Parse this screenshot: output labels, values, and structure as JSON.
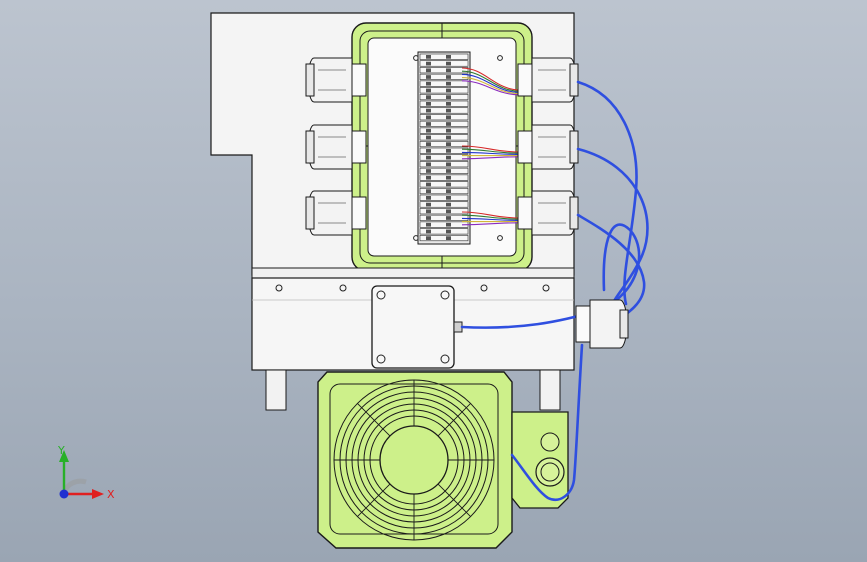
{
  "viewport": {
    "background_top": "#bcc4cf",
    "background_bottom": "#9aa5b3"
  },
  "model": {
    "plate_color": "#f4f4f4",
    "enclosure_color": "#cdf08a",
    "edge_color": "#1a1a1a",
    "cable_color": "#2f4fe0",
    "wire_colors": [
      "#d62a2a",
      "#2f7a2f",
      "#2233cc",
      "#d2b83a",
      "#8a2bbf"
    ],
    "terminal_count": 28
  },
  "triad": {
    "x_label": "X",
    "y_label": "Y",
    "x_color": "#e02020",
    "y_color": "#28b028",
    "z_color": "#2030d0"
  }
}
